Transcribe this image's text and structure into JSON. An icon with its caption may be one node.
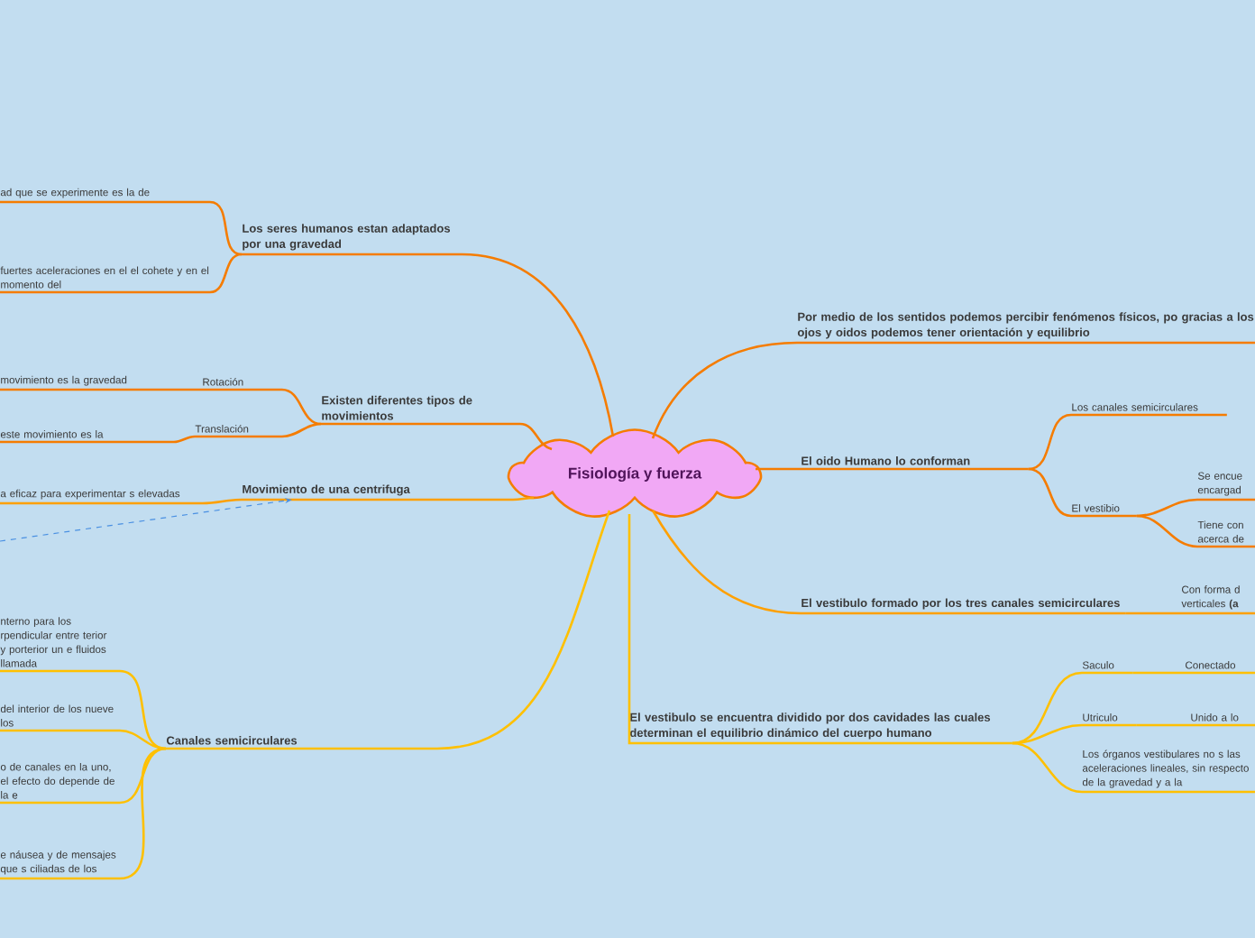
{
  "diagram": {
    "nodes": [
      {
        "text": [
          "Fisiología y fuerza"
        ]
      },
      {
        "text": [
          "Los seres humanos estan adaptados por una gravedad"
        ]
      },
      {
        "text": [
          "ad que se experimente es la de"
        ]
      },
      {
        "text": [
          "fuertes aceleraciones en el el cohete y en el momento del"
        ]
      },
      {
        "text": [
          "Existen diferentes tipos de movimientos"
        ]
      },
      {
        "text": [
          "Rotación"
        ]
      },
      {
        "text": [
          "movimiento es la gravedad"
        ]
      },
      {
        "text": [
          "Translación"
        ]
      },
      {
        "text": [
          "este movimiento es la"
        ]
      },
      {
        "text": [
          "Movimiento de una centrifuga"
        ]
      },
      {
        "text": [
          "a eficaz para experimentar s elevadas"
        ]
      },
      {
        "text": [
          "Canales semicirculares"
        ]
      },
      {
        "text": [
          "nterno para los rpendicular entre terior y porterior un e fluidos llamada"
        ]
      },
      {
        "text": [
          "del interior de los nueve los"
        ]
      },
      {
        "text": [
          "o de canales en la uno, el efecto do depende de la e"
        ]
      },
      {
        "text": [
          "e náusea y de mensajes que s ciliadas de los"
        ]
      },
      {
        "text": [
          "Por medio de los sentidos podemos percibir fenómenos físicos, po gracias a los ojos y oidos podemos tener orientación y equilibrio"
        ]
      },
      {
        "text": [
          "El oido Humano lo conforman"
        ]
      },
      {
        "text": [
          "Los canales semicirculares"
        ]
      },
      {
        "text": [
          "El vestibio"
        ]
      },
      {
        "text": [
          "Se encue encargad"
        ]
      },
      {
        "text": [
          "Tiene con acerca de"
        ]
      },
      {
        "text": [
          "El vestibulo formado por los tres canales semicirculares"
        ]
      },
      {
        "text": [
          "Con forma d verticales **(a**"
        ]
      },
      {
        "text": [
          "El vestibulo se encuentra dividido por dos cavidades las cuales determinan el equilibrio dinámico del cuerpo humano"
        ]
      },
      {
        "text": [
          "Saculo"
        ]
      },
      {
        "text": [
          "Conectado"
        ]
      },
      {
        "text": [
          "Utriculo"
        ]
      },
      {
        "text": [
          "Unido a lo"
        ]
      },
      {
        "text": [
          "Los órganos vestibulares no s las aceleraciones lineales, sin respecto de la gravedad y a la"
        ]
      }
    ],
    "edges": [
      {
        "from": 0,
        "to": 1,
        "arrow": "none"
      },
      {
        "from": 1,
        "to": 2,
        "arrow": "none"
      },
      {
        "from": 1,
        "to": 3,
        "arrow": "none"
      },
      {
        "from": 0,
        "to": 4,
        "arrow": "none"
      },
      {
        "from": 4,
        "to": 5,
        "arrow": "none"
      },
      {
        "from": 5,
        "to": 6,
        "arrow": "none"
      },
      {
        "from": 4,
        "to": 7,
        "arrow": "none"
      },
      {
        "from": 7,
        "to": 8,
        "arrow": "none"
      },
      {
        "from": 0,
        "to": 9,
        "arrow": "none",
        "color": "#ffa000"
      },
      {
        "from": 9,
        "to": 10,
        "arrow": "none",
        "color": "#ffa000"
      },
      {
        "from": 0,
        "to": 11,
        "arrow": "none",
        "color": "#ffc000"
      },
      {
        "from": 11,
        "to": 12,
        "arrow": "none",
        "color": "#ffc000"
      },
      {
        "from": 11,
        "to": 13,
        "arrow": "none",
        "color": "#ffc000"
      },
      {
        "from": 11,
        "to": 14,
        "arrow": "none",
        "color": "#ffc000"
      },
      {
        "from": 11,
        "to": 15,
        "arrow": "none",
        "color": "#ffc000"
      },
      {
        "from": 0,
        "to": 16,
        "arrow": "none"
      },
      {
        "from": 0,
        "to": 17,
        "arrow": "none"
      },
      {
        "from": 17,
        "to": 18,
        "arrow": "none"
      },
      {
        "from": 17,
        "to": 19,
        "arrow": "none"
      },
      {
        "from": 19,
        "to": 20,
        "arrow": "none"
      },
      {
        "from": 19,
        "to": 21,
        "arrow": "none"
      },
      {
        "from": 0,
        "to": 22,
        "arrow": "none",
        "color": "#ffa000"
      },
      {
        "from": 22,
        "to": 23,
        "arrow": "none",
        "color": "#ffa000"
      },
      {
        "from": 0,
        "to": 24,
        "arrow": "none",
        "color": "#ffc000"
      },
      {
        "from": 24,
        "to": 25,
        "arrow": "none",
        "color": "#ffc000"
      },
      {
        "from": 25,
        "to": 26,
        "arrow": "none",
        "color": "#ffc000"
      },
      {
        "from": 24,
        "to": 27,
        "arrow": "none",
        "color": "#ffc000"
      },
      {
        "from": 27,
        "to": 28,
        "arrow": "none",
        "color": "#ffc000"
      },
      {
        "from": 24,
        "to": 29,
        "arrow": "none",
        "color": "#ffc000"
      },
      {
        "from": null,
        "to": 9,
        "arrow": "to",
        "style": "dashed",
        "color": "#4a90e2"
      }
    ]
  }
}
